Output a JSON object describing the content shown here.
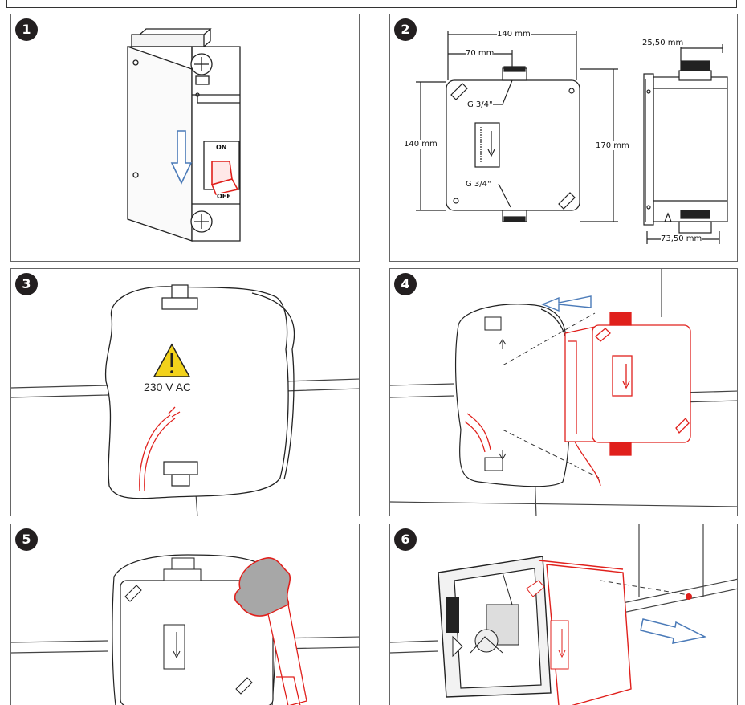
{
  "steps": [
    {
      "number": "1"
    },
    {
      "number": "2"
    },
    {
      "number": "3"
    },
    {
      "number": "4"
    },
    {
      "number": "5"
    },
    {
      "number": "6"
    }
  ],
  "breaker": {
    "on_label": "ON",
    "off_label": "OFF"
  },
  "dimensions": {
    "width_top": "140 mm",
    "half_width": "70 mm",
    "height_left": "140 mm",
    "height_right": "170 mm",
    "thread_top": "G 3/4\"",
    "thread_bottom": "G 3/4\"",
    "side_depth_top": "25,50 mm",
    "side_depth_bottom": "73,50 mm"
  },
  "warning": {
    "voltage": "230 V AC"
  },
  "colors": {
    "highlight_red": "#e0201c",
    "arrow_blue": "#4a7ab8",
    "warning_yellow": "#f2d21b",
    "gasket_gray": "#a7a7a7"
  }
}
